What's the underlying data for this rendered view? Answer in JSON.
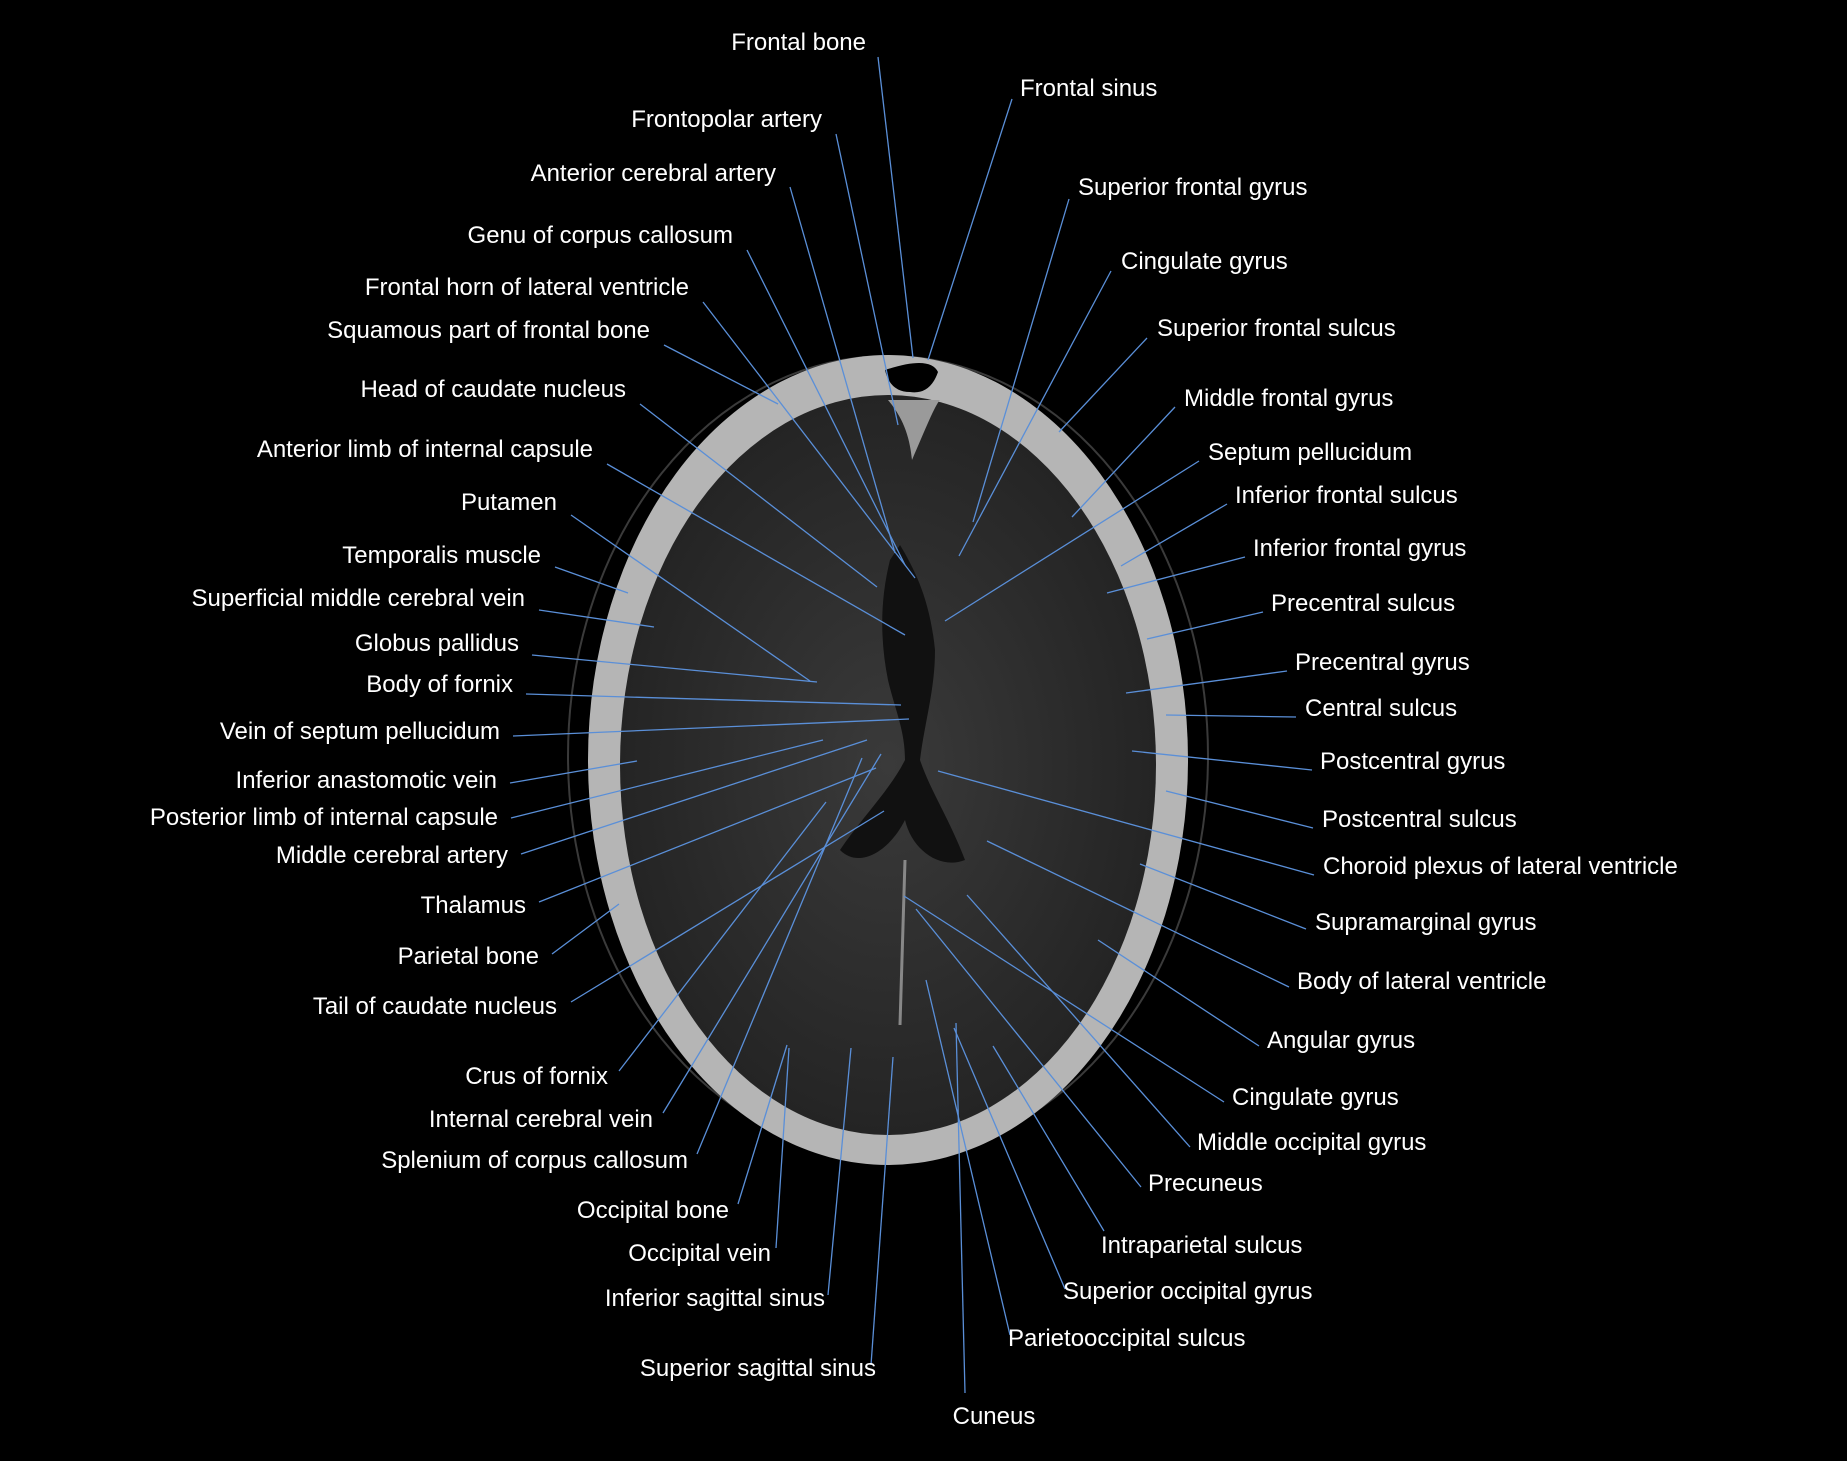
{
  "diagram": {
    "colors": {
      "background": "#000000",
      "label": "#ffffff",
      "leader": "#5a8fd8",
      "bone": "#b5b5b5",
      "brain": "#2e2e2e"
    },
    "labels": [
      "Frontal bone",
      "Frontal sinus",
      "Frontopolar artery",
      "Anterior cerebral artery",
      "Superior frontal gyrus",
      "Genu of corpus callosum",
      "Cingulate gyrus",
      "Frontal horn of lateral ventricle",
      "Superior frontal sulcus",
      "Squamous part of frontal bone",
      "Middle frontal gyrus",
      "Head of caudate nucleus",
      "Septum pellucidum",
      "Anterior limb of internal capsule",
      "Inferior frontal sulcus",
      "Putamen",
      "Inferior frontal gyrus",
      "Temporalis muscle",
      "Precentral sulcus",
      "Superficial middle cerebral vein",
      "Globus pallidus",
      "Precentral gyrus",
      "Body of fornix",
      "Central sulcus",
      "Vein of septum pellucidum",
      "Postcentral gyrus",
      "Inferior anastomotic vein",
      "Postcentral sulcus",
      "Posterior limb of internal capsule",
      "Choroid plexus of lateral ventricle",
      "Middle cerebral artery",
      "Thalamus",
      "Supramarginal gyrus",
      "Parietal bone",
      "Body of lateral ventricle",
      "Tail of caudate nucleus",
      "Angular gyrus",
      "Crus of fornix",
      "Cingulate gyrus",
      "Internal cerebral vein",
      "Middle occipital gyrus",
      "Splenium of corpus callosum",
      "Precuneus",
      "Occipital bone",
      "Intraparietal sulcus",
      "Occipital vein",
      "Superior occipital gyrus",
      "Inferior sagittal sinus",
      "Parietooccipital sulcus",
      "Superior sagittal sinus",
      "Cuneus"
    ]
  }
}
